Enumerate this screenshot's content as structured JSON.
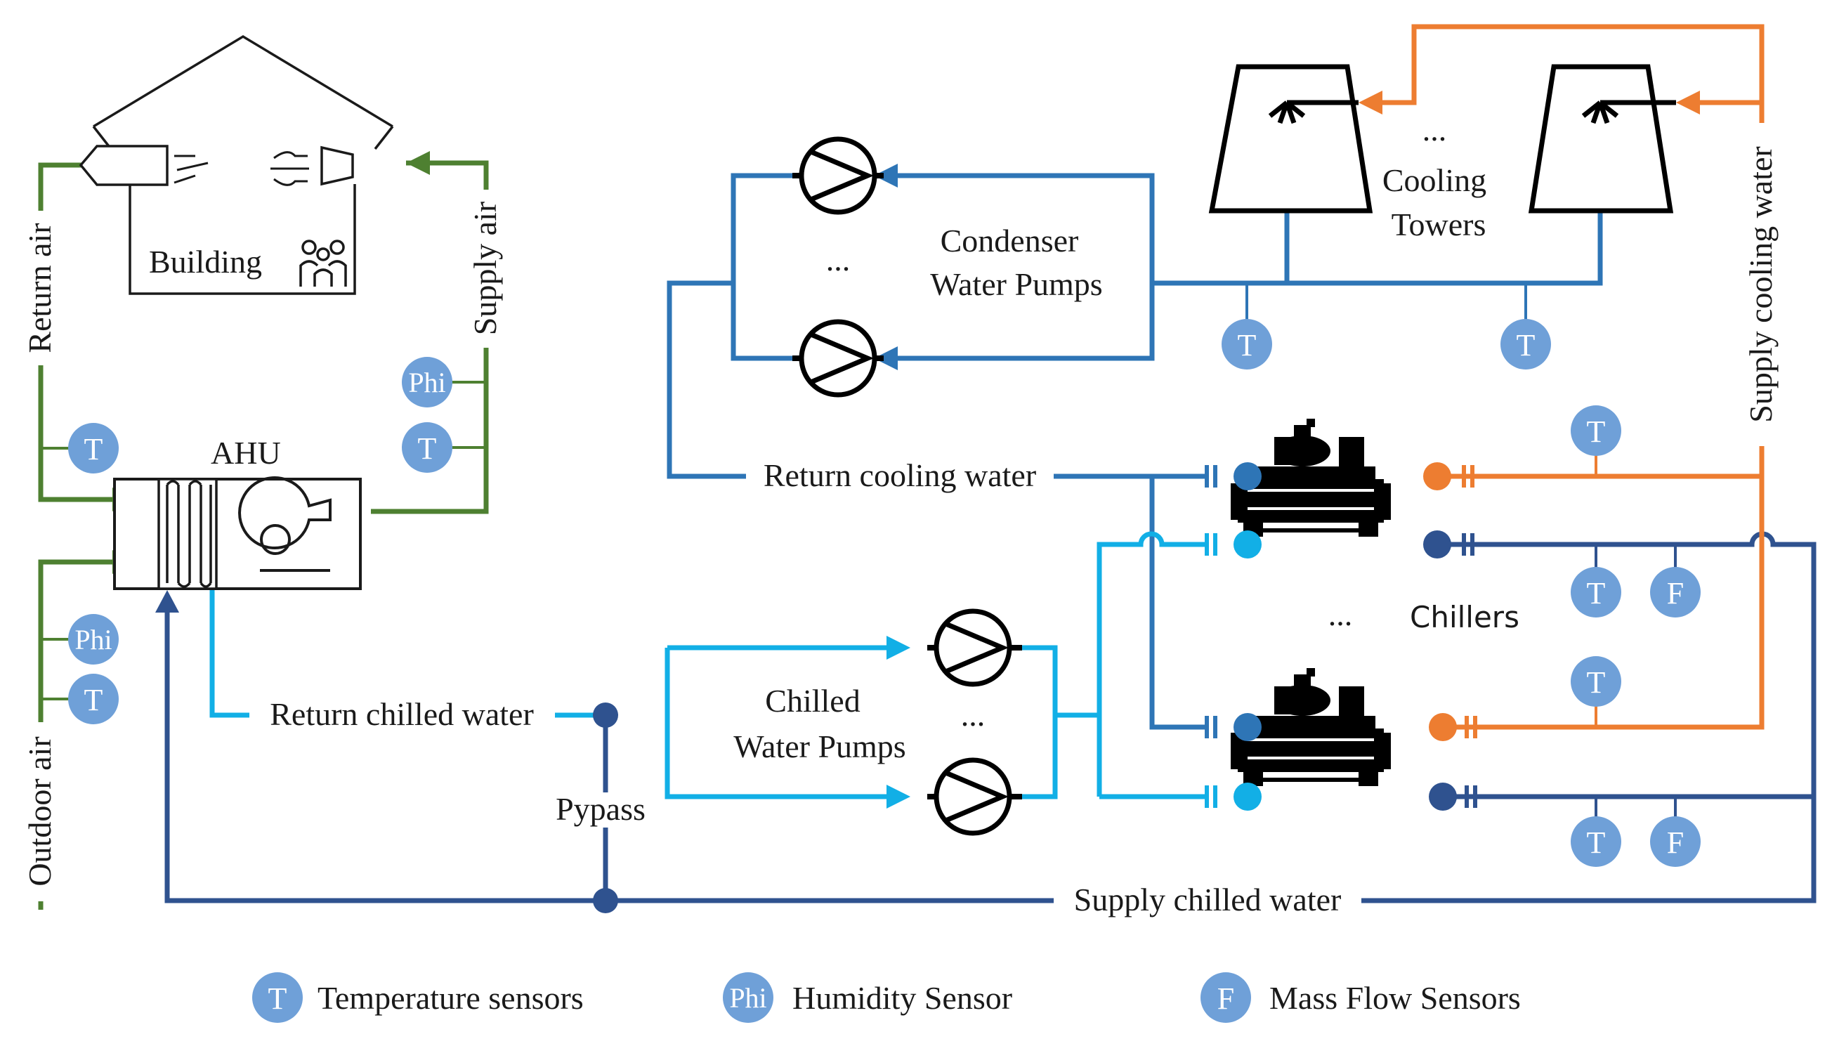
{
  "colors": {
    "green": "#4e8031",
    "condenser": "#2e75b6",
    "chilled_return": "#12afe6",
    "chilled_supply": "#2f528f",
    "cooling_supply": "#ed7d31",
    "sensor": "#6fa0d8"
  },
  "icons": [
    "house-outline-icon",
    "people-icon",
    "return-vent-icon",
    "supply-diffuser-icon",
    "air-flow-icon",
    "coil-icon",
    "fan-icon",
    "pump-icon",
    "cooling-tower-icon",
    "chiller-icon",
    "valve-icon"
  ],
  "building": {
    "label": "Building"
  },
  "ahu": {
    "label": "AHU"
  },
  "air": {
    "return": "Return air",
    "supply": "Supply air",
    "outdoor": "Outdoor air"
  },
  "condenser_pumps": {
    "label_line1": "Condenser",
    "label_line2": "Water Pumps",
    "ellipsis": "..."
  },
  "cooling_towers": {
    "ellipsis": "...",
    "label_line1": "Cooling",
    "label_line2": "Towers"
  },
  "chilled_pumps": {
    "label_line1": "Chilled",
    "label_line2": "Water Pumps",
    "ellipsis": "..."
  },
  "chillers": {
    "label": "Chillers",
    "ellipsis": "..."
  },
  "pipes": {
    "return_cooling": "Return cooling water",
    "supply_cooling": "Supply cooling water",
    "return_chilled": "Return chilled water",
    "supply_chilled": "Supply chilled water",
    "bypass": "Pypass"
  },
  "sensors": {
    "temperature": "T",
    "humidity": "Phi",
    "flow": "F"
  },
  "legend": {
    "temperature": "Temperature sensors",
    "humidity": "Humidity Sensor",
    "flow": "Mass Flow Sensors"
  }
}
